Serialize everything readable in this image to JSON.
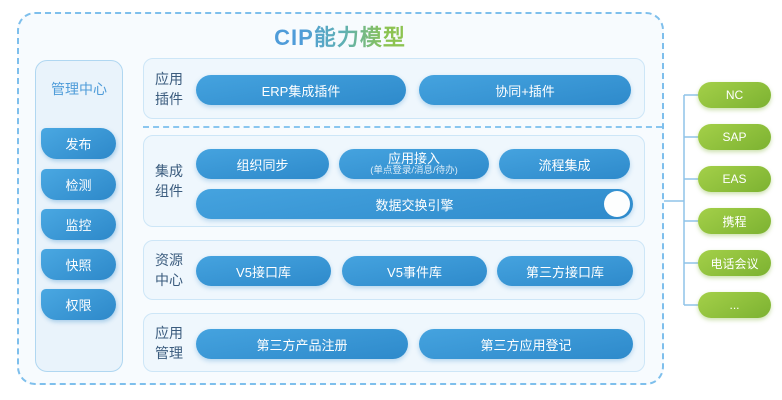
{
  "title": {
    "text": "CIP能力模型"
  },
  "colors": {
    "title_blue": "#4f9cd9",
    "title_green": "#8cc351",
    "node_blue": "#3697d8",
    "node_green": "#8cbf3f",
    "panel_border_blue": "#7ebfec",
    "section_label": "#3b5c7e",
    "connector_line": "#8fc3e9"
  },
  "sidebar": {
    "title": "管理中心",
    "items": [
      {
        "label": "发布"
      },
      {
        "label": "检测"
      },
      {
        "label": "监控"
      },
      {
        "label": "快照"
      },
      {
        "label": "权限"
      }
    ]
  },
  "rows": [
    {
      "label_line1": "应用",
      "label_line2": "插件",
      "buttons": [
        {
          "label": "ERP集成插件"
        },
        {
          "label": "协同+插件"
        }
      ]
    },
    {
      "label_line1": "集成",
      "label_line2": "组件",
      "buttons": [
        {
          "label": "组织同步"
        },
        {
          "label": "应用接入",
          "sublabel": "(单点登录/消息/待办)"
        },
        {
          "label": "流程集成"
        }
      ],
      "engine": {
        "label": "数据交换引擎"
      }
    },
    {
      "label_line1": "资源",
      "label_line2": "中心",
      "buttons": [
        {
          "label": "V5接口库"
        },
        {
          "label": "V5事件库"
        },
        {
          "label": "第三方接口库"
        }
      ]
    },
    {
      "label_line1": "应用",
      "label_line2": "管理",
      "buttons": [
        {
          "label": "第三方产品注册"
        },
        {
          "label": "第三方应用登记"
        }
      ]
    }
  ],
  "external_systems": [
    {
      "label": "NC"
    },
    {
      "label": "SAP"
    },
    {
      "label": "EAS"
    },
    {
      "label": "携程"
    },
    {
      "label": "电话会议"
    },
    {
      "label": "..."
    }
  ]
}
